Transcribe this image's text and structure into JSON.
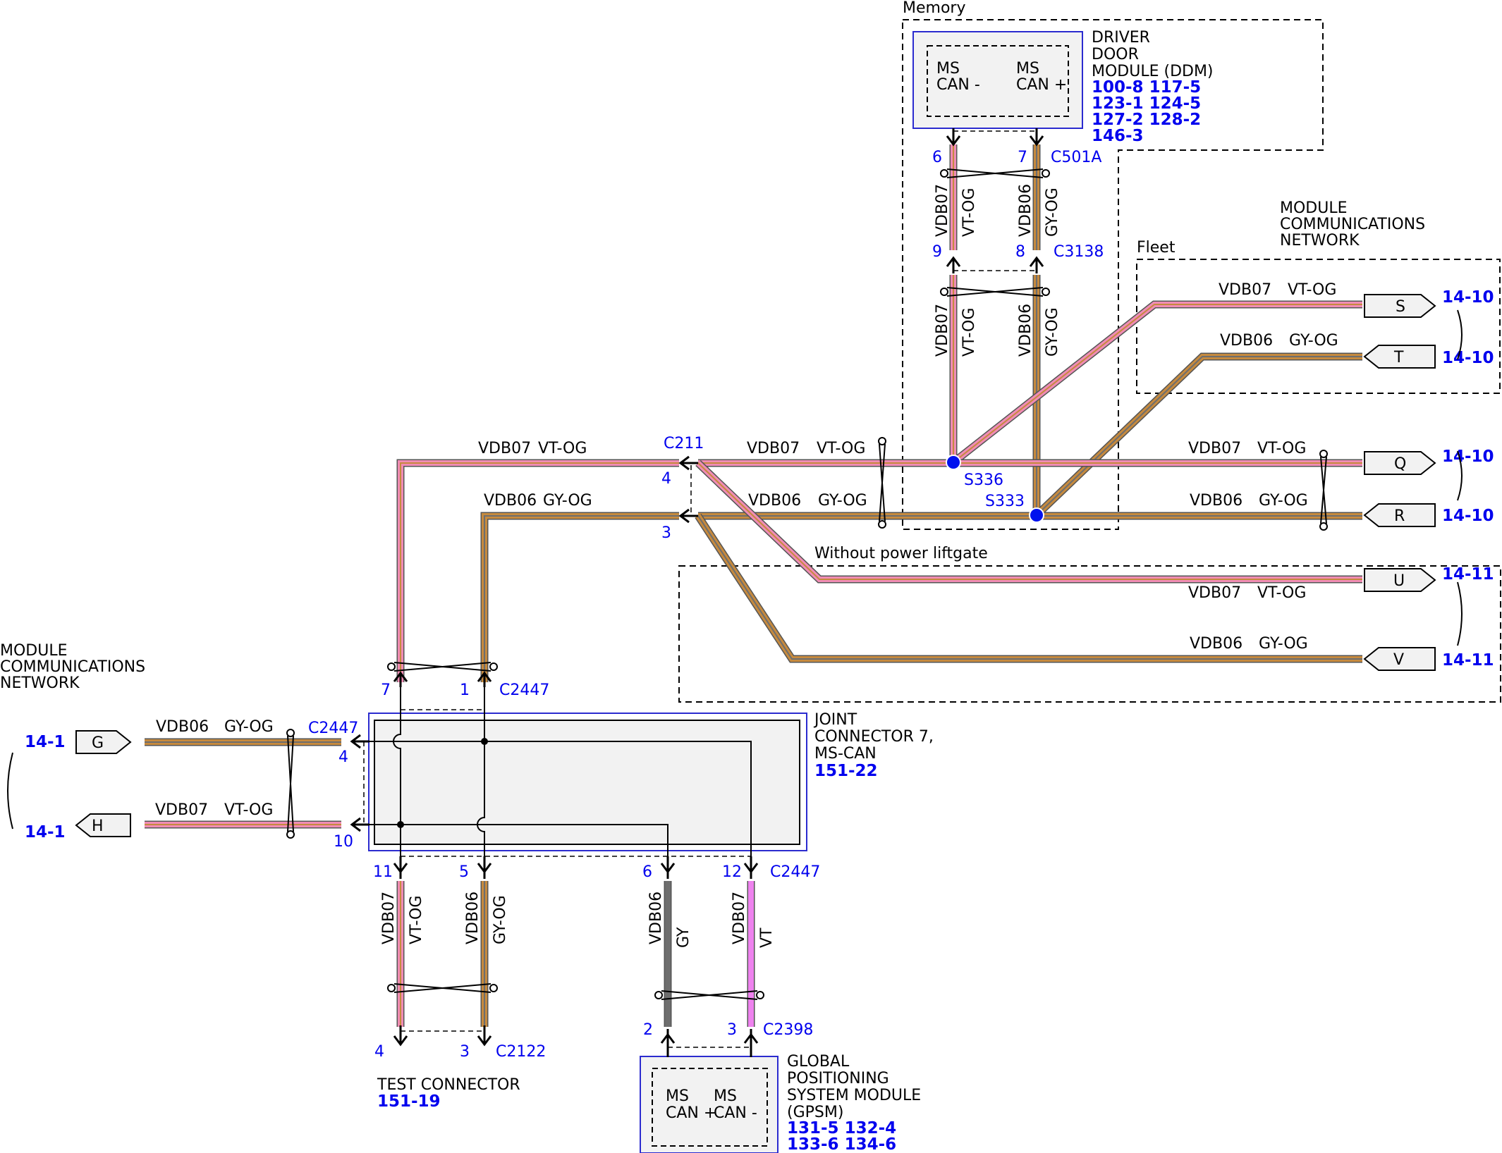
{
  "colors": {
    "vt_og_main": "#f08cb4",
    "gy_og_main": "#c68a3e",
    "gy_og_stripe": "#6e6e6e",
    "vt_solid": "#ee82ee",
    "gy_solid": "#6e6e6e",
    "module_border": "#2b2bcf",
    "reference_blue": "#0000ee",
    "splice": "#0011ee"
  },
  "regions": {
    "memory": "Memory",
    "fleet": "Fleet",
    "without_power_liftgate": "Without power liftgate"
  },
  "network_labels": {
    "right": [
      "MODULE",
      "COMMUNICATIONS",
      "NETWORK"
    ],
    "left": [
      "MODULE",
      "COMMUNICATIONS",
      "NETWORK"
    ]
  },
  "ddm": {
    "name": [
      "DRIVER",
      "DOOR",
      "MODULE (DDM)"
    ],
    "refs": [
      "100-8 117-5",
      "123-1 124-5",
      "127-2 128-2",
      "146-3"
    ],
    "pins": [
      "MS",
      "CAN -",
      "MS",
      "CAN +"
    ]
  },
  "joint_connector": {
    "name": [
      "JOINT",
      "CONNECTOR 7,",
      "MS-CAN"
    ],
    "ref": "151-22"
  },
  "test_connector": {
    "name": "TEST CONNECTOR",
    "ref": "151-19"
  },
  "gpsm": {
    "name": [
      "GLOBAL",
      "POSITIONING",
      "SYSTEM MODULE",
      "(GPSM)"
    ],
    "refs": [
      "131-5 132-4",
      "133-6 134-6"
    ],
    "pins": [
      "MS",
      "CAN +",
      "MS",
      "CAN -"
    ]
  },
  "connectors": {
    "c501a": "C501A",
    "c3138": "C3138",
    "c211": "C211",
    "c2447": "C2447",
    "c2122": "C2122",
    "c2398": "C2398"
  },
  "splices": {
    "s336": "S336",
    "s333": "S333"
  },
  "pins": {
    "ddm_vt": "6",
    "ddm_gy": "7",
    "c3138_vt": "9",
    "c3138_gy": "8",
    "c211_vt": "4",
    "c211_gy": "3",
    "jc_top_vt": "7",
    "jc_top_gy": "1",
    "jc_left_gy": "4",
    "jc_left_vt": "10",
    "jc_bot_1": "11",
    "jc_bot_2": "5",
    "jc_bot_3": "6",
    "jc_bot_4": "12",
    "tc_vt": "4",
    "tc_gy": "3",
    "gpsm_gy": "2",
    "gpsm_vt": "3"
  },
  "circuits": {
    "vdb07": "VDB07",
    "vdb06": "VDB06",
    "vt_og": "VT-OG",
    "gy_og": "GY-OG",
    "gy": "GY",
    "vt": "VT"
  },
  "off_page": [
    {
      "letter": "S",
      "ref": "14-10"
    },
    {
      "letter": "T",
      "ref": "14-10"
    },
    {
      "letter": "Q",
      "ref": "14-10"
    },
    {
      "letter": "R",
      "ref": "14-10"
    },
    {
      "letter": "U",
      "ref": "14-11"
    },
    {
      "letter": "V",
      "ref": "14-11"
    },
    {
      "letter": "G",
      "ref": "14-1"
    },
    {
      "letter": "H",
      "ref": "14-1"
    }
  ]
}
